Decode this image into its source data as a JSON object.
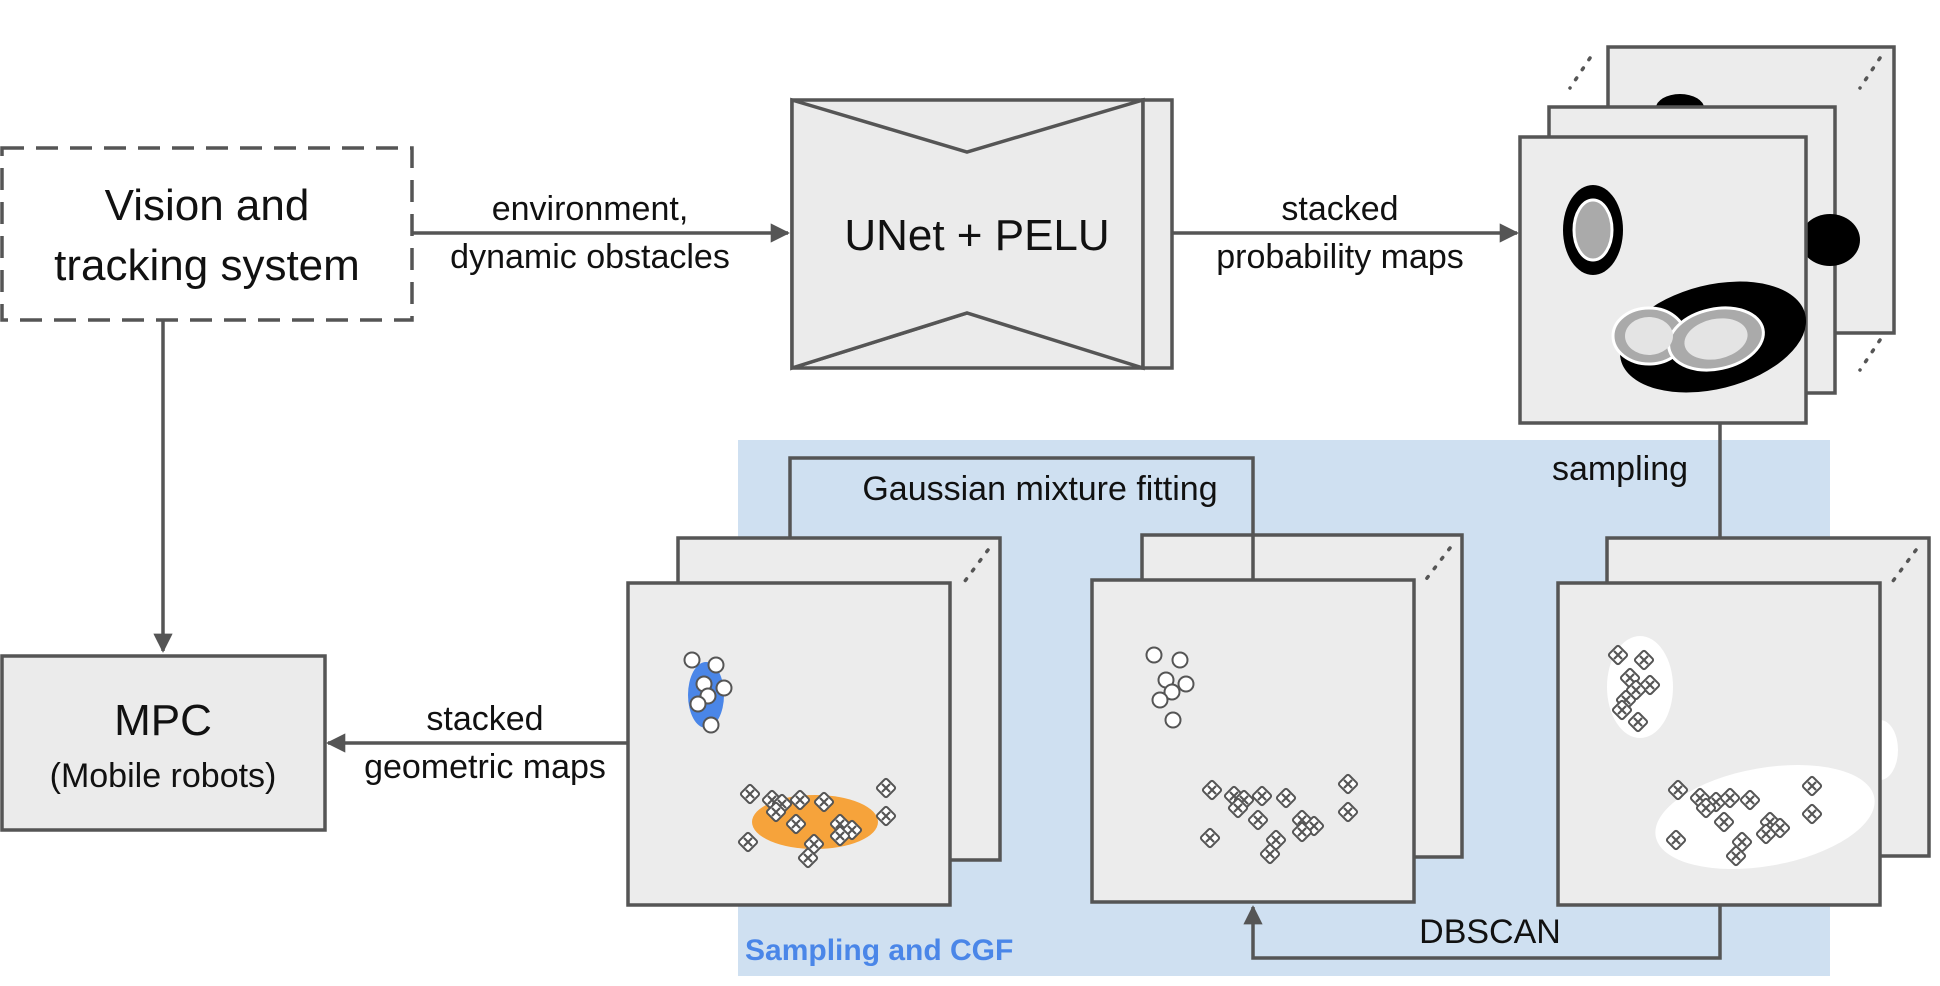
{
  "colors": {
    "panel_bg": "#cfe0f1",
    "box_fill": "#ebebeb",
    "stroke": "#555555",
    "panel_title": "#4a86e8",
    "cluster_blue": "#4a86e8",
    "cluster_orange": "#f6a33b"
  },
  "nodes": {
    "vision": {
      "line1": "Vision and",
      "line2": "tracking system"
    },
    "unet": {
      "label": "UNet + PELU"
    },
    "mpc": {
      "line1": "MPC",
      "line2": "(Mobile robots)"
    }
  },
  "edges": {
    "env": {
      "line1": "environment,",
      "line2": "dynamic obstacles"
    },
    "prob": {
      "line1": "stacked",
      "line2": "probability maps"
    },
    "sampling": {
      "label": "sampling"
    },
    "gmm": {
      "label": "Gaussian mixture fitting"
    },
    "dbscan": {
      "label": "DBSCAN"
    },
    "geo": {
      "line1": "stacked",
      "line2": "geometric maps"
    }
  },
  "panel": {
    "title": "Sampling and CGF"
  },
  "icons": {
    "sample_point": "cross-marker-icon",
    "cluster_point": "circle-marker-icon",
    "ellipsis": "diagonal-dots-icon"
  }
}
